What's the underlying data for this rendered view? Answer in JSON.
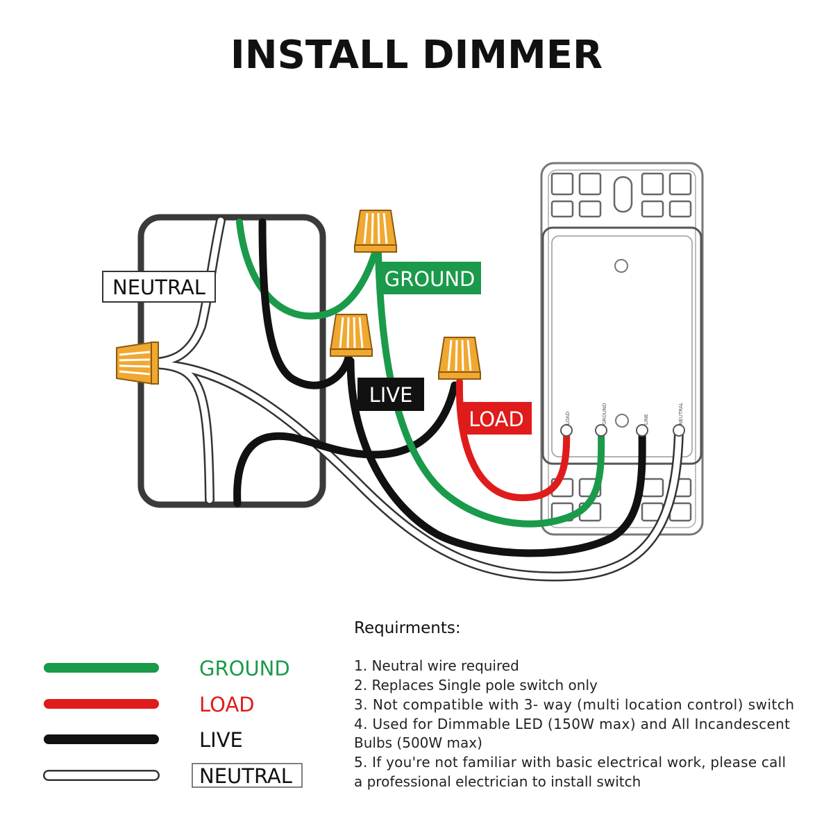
{
  "title": "INSTALL DIMMER",
  "colors": {
    "ground": "#1a9a4a",
    "load": "#e01b1b",
    "live": "#111111",
    "neutral": "#ffffff",
    "wire_nut": "#f0a830"
  },
  "wire_labels": {
    "neutral": "NEUTRAL",
    "ground": "GROUND",
    "live": "LIVE",
    "load": "LOAD"
  },
  "switch_terminals": {
    "load": "LOAD",
    "ground": "GROUND",
    "line": "LINE",
    "neutral": "NEUTRAL"
  },
  "legend": [
    {
      "label": "GROUND",
      "color": "#1a9a4a"
    },
    {
      "label": "LOAD",
      "color": "#e01b1b"
    },
    {
      "label": "LIVE",
      "color": "#111111"
    },
    {
      "label": "NEUTRAL",
      "color": "#ffffff"
    }
  ],
  "requirements": {
    "heading": "Requirments:",
    "lines": [
      "1. Neutral wire required",
      "2. Replaces Single pole switch only",
      "3. Not compatible with 3- way (multi location control) switch",
      "4. Used for Dimmable LED (150W max) and All Incandescent",
      "Bulbs (500W max)",
      "5. If you're not familiar with basic electrical work, please call",
      "a professional electrician to install switch"
    ]
  }
}
